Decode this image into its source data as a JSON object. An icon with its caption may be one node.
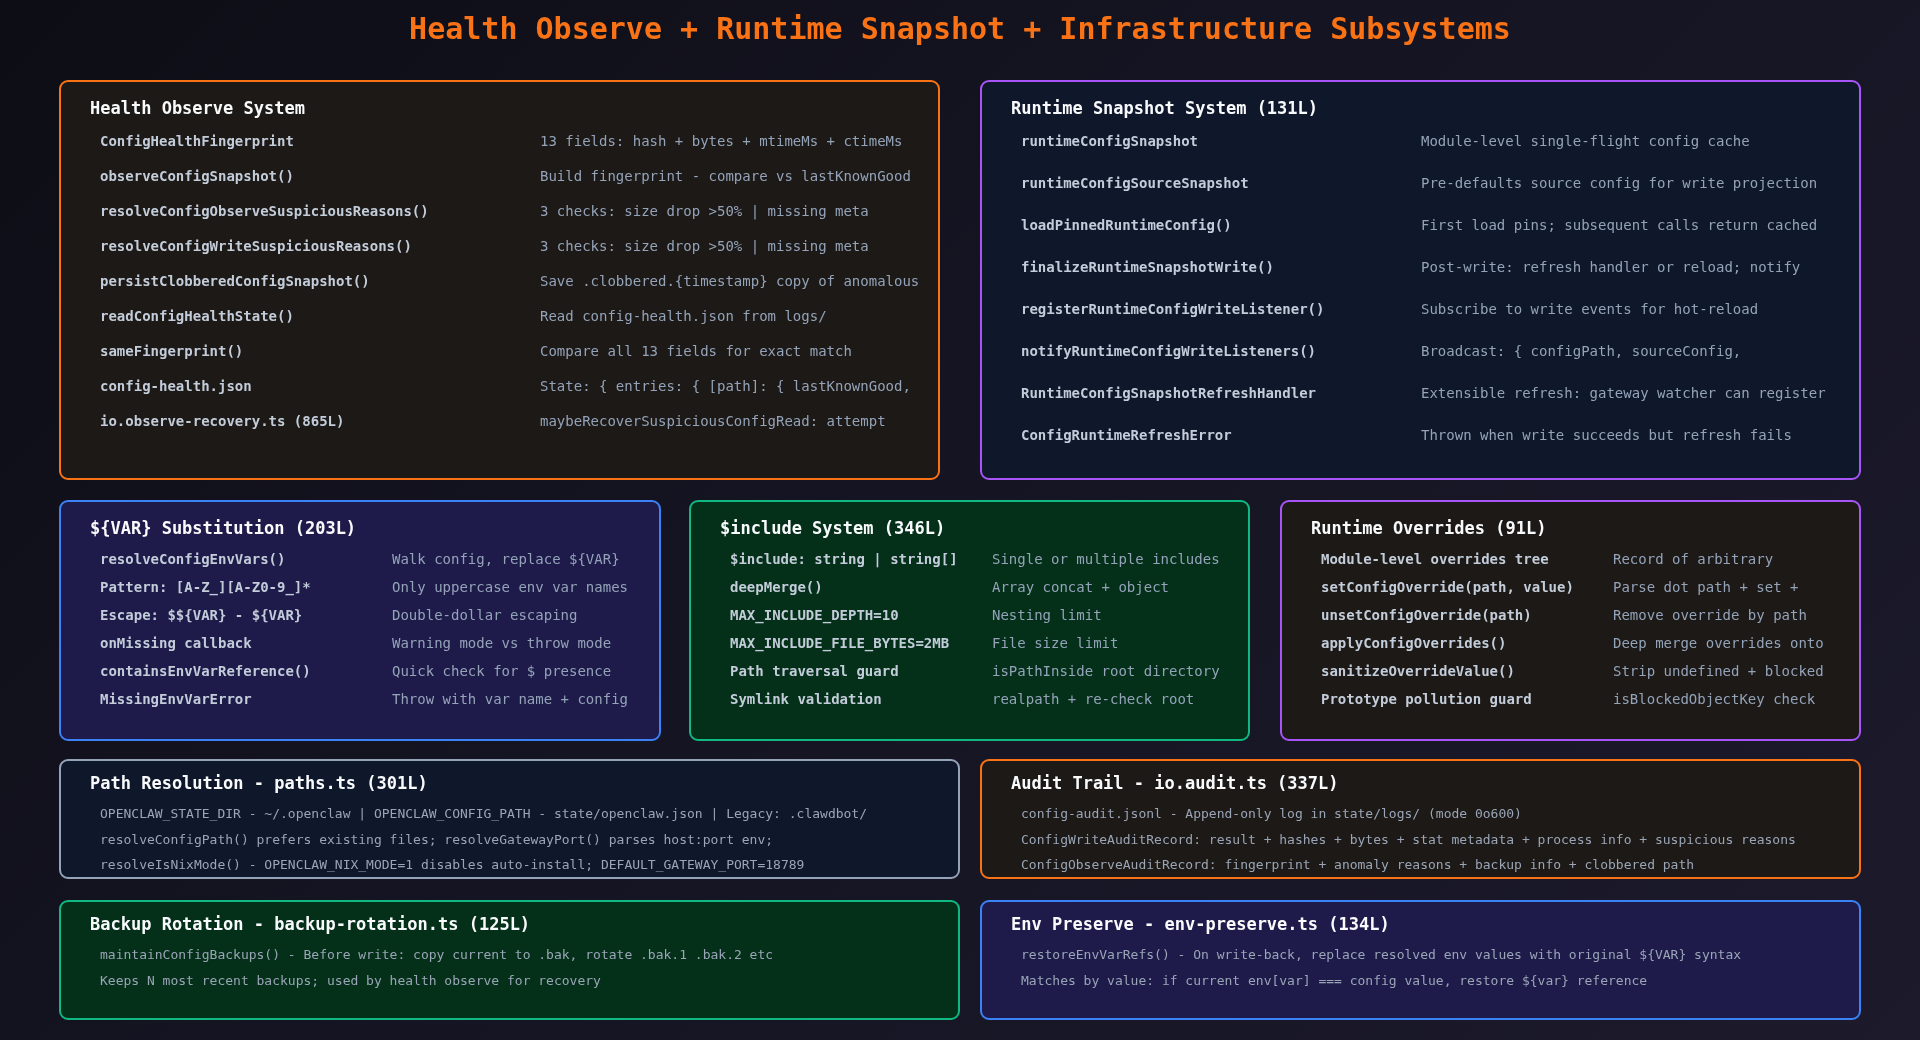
{
  "diagram": {
    "title": "Health Observe + Runtime Snapshot + Infrastructure Subsystems",
    "nodes": [
      {
        "text": [
          "Health Observe System",
          "ConfigHealthFingerprint",
          "13 fields: hash + bytes + mtimeMs + ctimeMs",
          "observeConfigSnapshot()",
          "Build fingerprint - compare vs lastKnownGood",
          "resolveConfigObserveSuspiciousReasons()",
          "3 checks: size drop >50% | missing meta",
          "resolveConfigWriteSuspiciousReasons()",
          "3 checks: size drop >50% | missing meta",
          "persistClobberedConfigSnapshot()",
          "Save .clobbered.{timestamp} copy of anomalous",
          "readConfigHealthState()",
          "Read config-health.json from logs/",
          "sameFingerprint()",
          "Compare all 13 fields for exact match",
          "config-health.json",
          "State: { entries: { [path]: { lastKnownGood,",
          "io.observe-recovery.ts (865L)",
          "maybeRecoverSuspiciousConfigRead: attempt"
        ]
      },
      {
        "text": [
          "Runtime Snapshot System (131L)",
          "runtimeConfigSnapshot",
          "Module-level single-flight config cache",
          "runtimeConfigSourceSnapshot",
          "Pre-defaults source config for write projection",
          "loadPinnedRuntimeConfig()",
          "First load pins; subsequent calls return cached",
          "finalizeRuntimeSnapshotWrite()",
          "Post-write: refresh handler or reload; notify",
          "registerRuntimeConfigWriteListener()",
          "Subscribe to write events for hot-reload",
          "notifyRuntimeConfigWriteListeners()",
          "Broadcast: { configPath, sourceConfig,",
          "RuntimeConfigSnapshotRefreshHandler",
          "Extensible refresh: gateway watcher can register",
          "ConfigRuntimeRefreshError",
          "Thrown when write succeeds but refresh fails"
        ]
      },
      {
        "text": [
          "${VAR} Substitution (203L)",
          "resolveConfigEnvVars()",
          "Walk config, replace ${VAR}",
          "Pattern: [A-Z_][A-Z0-9_]*",
          "Only uppercase env var names",
          "Escape: $${VAR} - ${VAR}",
          "Double-dollar escaping",
          "onMissing callback",
          "Warning mode vs throw mode",
          "containsEnvVarReference()",
          "Quick check for $ presence",
          "MissingEnvVarError",
          "Throw with var name + config"
        ]
      },
      {
        "text": [
          "$include System (346L)",
          "$include: string | string[]",
          "Single or multiple includes",
          "deepMerge()",
          "Array concat + object",
          "MAX_INCLUDE_DEPTH=10",
          "Nesting limit",
          "MAX_INCLUDE_FILE_BYTES=2MB",
          "File size limit",
          "Path traversal guard",
          "isPathInside root directory",
          "Symlink validation",
          "realpath + re-check root"
        ]
      },
      {
        "text": [
          "Runtime Overrides (91L)",
          "Module-level overrides tree",
          "Record of arbitrary",
          "setConfigOverride(path, value)",
          "Parse dot path + set +",
          "unsetConfigOverride(path)",
          "Remove override by path",
          "applyConfigOverrides()",
          "Deep merge overrides onto",
          "sanitizeOverrideValue()",
          "Strip undefined + blocked",
          "Prototype pollution guard",
          "isBlockedObjectKey check"
        ]
      },
      {
        "text": [
          "Path Resolution - paths.ts (301L)",
          "OPENCLAW_STATE_DIR - ~/.openclaw | OPENCLAW_CONFIG_PATH - state/openclaw.json | Legacy: .clawdbot/",
          "resolveConfigPath() prefers existing files; resolveGatewayPort() parses host:port env;",
          "resolveIsNixMode() - OPENCLAW_NIX_MODE=1 disables auto-install; DEFAULT_GATEWAY_PORT=18789"
        ]
      },
      {
        "text": [
          "Audit Trail - io.audit.ts (337L)",
          "config-audit.jsonl - Append-only log in state/logs/ (mode 0o600)",
          "ConfigWriteAuditRecord: result + hashes + bytes + stat metadata + process info + suspicious reasons",
          "ConfigObserveAuditRecord: fingerprint + anomaly reasons + backup info + clobbered path"
        ]
      },
      {
        "text": [
          "Backup Rotation - backup-rotation.ts (125L)",
          "maintainConfigBackups() - Before write: copy current to .bak, rotate .bak.1 .bak.2 etc",
          "Keeps N most recent backups; used by health observe for recovery"
        ]
      },
      {
        "text": [
          "Env Preserve - env-preserve.ts (134L)",
          "restoreEnvVarRefs() - On write-back, replace resolved env values with original ${VAR} syntax",
          "Matches by value: if current env[var] === config value, restore ${var} reference"
        ]
      }
    ]
  }
}
